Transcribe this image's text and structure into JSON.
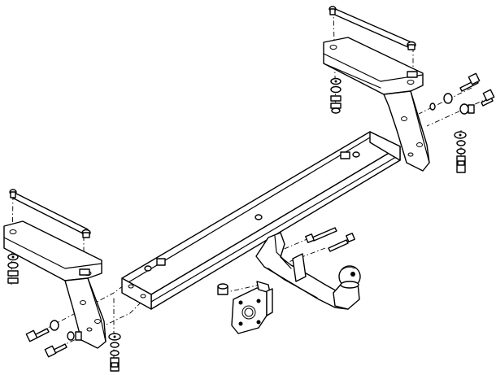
{
  "diagram": {
    "kind": "exploded-assembly",
    "subject": "tow-bar-hitch",
    "components": [
      "cross-beam",
      "left-side-bracket",
      "right-side-bracket",
      "left-tie-rod",
      "right-tie-rod",
      "tow-ball-neck",
      "tow-ball",
      "socket-mounting-plate",
      "bolts",
      "washers",
      "nuts"
    ],
    "line_color": "#000000",
    "background_color": "#ffffff"
  }
}
